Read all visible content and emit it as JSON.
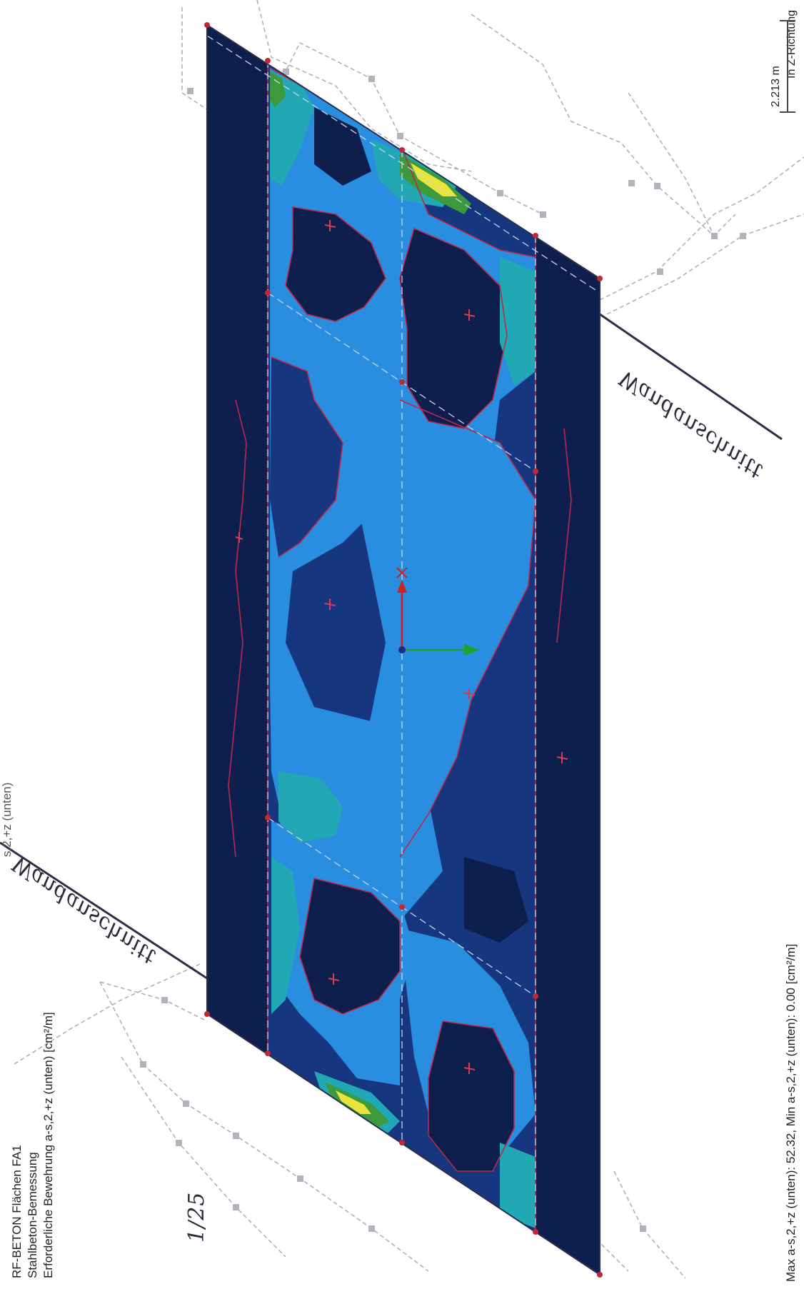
{
  "header": {
    "program": "RF-BETON Flächen FA1",
    "module": "Stahlbeton-Bemessung",
    "result": "Erforderliche Bewehrung a-s,2,+z (unten) [cm²/m]",
    "result_top_fragment": "s,2,+z (unten)"
  },
  "view": {
    "direction": "In Z-Richtung",
    "scale_label": "2.213 m"
  },
  "footer": {
    "summary": "Max a-s,2,+z (unten): 52.32, Min a-s,2,+z (unten): 0.00 [cm²/m]"
  },
  "annotations": {
    "left_handwriting": "Wandanschnitt",
    "right_handwriting": "Wandanschnitt",
    "corner_handwriting": "1/25"
  },
  "colors": {
    "darkest": "#0e1f4e",
    "dark": "#173680",
    "medium": "#1e58b4",
    "light": "#2a8ee0",
    "cyan": "#22a8b4",
    "green": "#3c9a3c",
    "yellow": "#e8e43a",
    "contour": "#b8284a",
    "mesh_grey": "#9aa0a8",
    "axis_green": "#20a030",
    "axis_red": "#d02020"
  }
}
